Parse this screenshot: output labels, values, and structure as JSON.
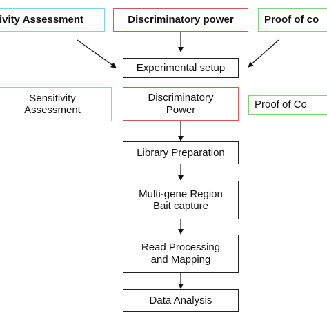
{
  "top_row": {
    "sensitivity": "ivity Assessment",
    "discriminatory": "Discriminatory power",
    "proof": "Proof of co"
  },
  "middle_row": {
    "sensitivity_line1": "Sensitivity",
    "sensitivity_line2": "Assessment",
    "discriminatory_line1": "Discriminatory",
    "discriminatory_line2": "Power",
    "proof": "Proof of Co"
  },
  "steps": {
    "experimental_setup": "Experimental setup",
    "library_preparation": "Library Preparation",
    "bait_capture_line1": "Multi-gene Region",
    "bait_capture_line2": "Bait capture",
    "read_processing_line1": "Read Processing",
    "read_processing_line2": "and Mapping",
    "data_analysis": "Data Analysis"
  },
  "colors": {
    "sensitivity_border": "#7fd3e6",
    "discriminatory_border": "#d05a5a",
    "proof_border": "#7fcf7f",
    "plain_border": "#222222"
  }
}
